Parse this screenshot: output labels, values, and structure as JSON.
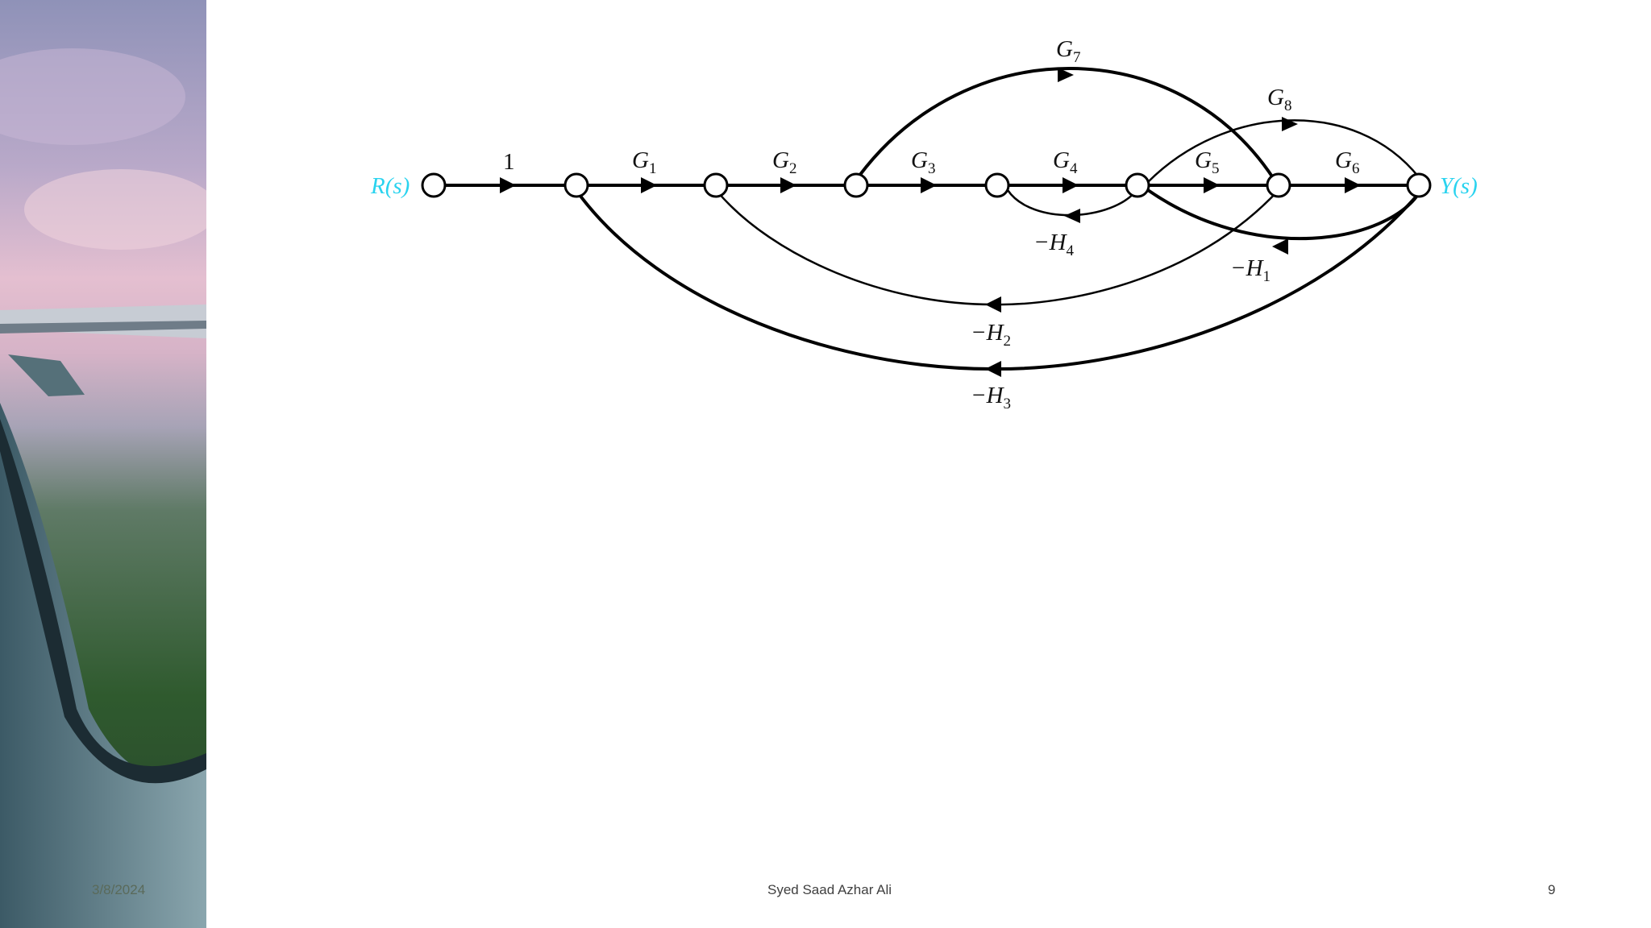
{
  "footer": {
    "date": "3/8/2024",
    "author": "Syed Saad Azhar Ali",
    "page": "9"
  },
  "diagram": {
    "input": "R(s)",
    "output": "Y(s)",
    "forward_gains": [
      {
        "name": "1"
      },
      {
        "name": "G",
        "sub": "1"
      },
      {
        "name": "G",
        "sub": "2"
      },
      {
        "name": "G",
        "sub": "3"
      },
      {
        "name": "G",
        "sub": "4"
      },
      {
        "name": "G",
        "sub": "5"
      },
      {
        "name": "G",
        "sub": "6"
      }
    ],
    "feedforward_gains": [
      {
        "name": "G",
        "sub": "7"
      },
      {
        "name": "G",
        "sub": "8"
      }
    ],
    "feedback_gains": [
      {
        "name": "−H",
        "sub": "4"
      },
      {
        "name": "−H",
        "sub": "1"
      },
      {
        "name": "−H",
        "sub": "2"
      },
      {
        "name": "−H",
        "sub": "3"
      }
    ]
  }
}
